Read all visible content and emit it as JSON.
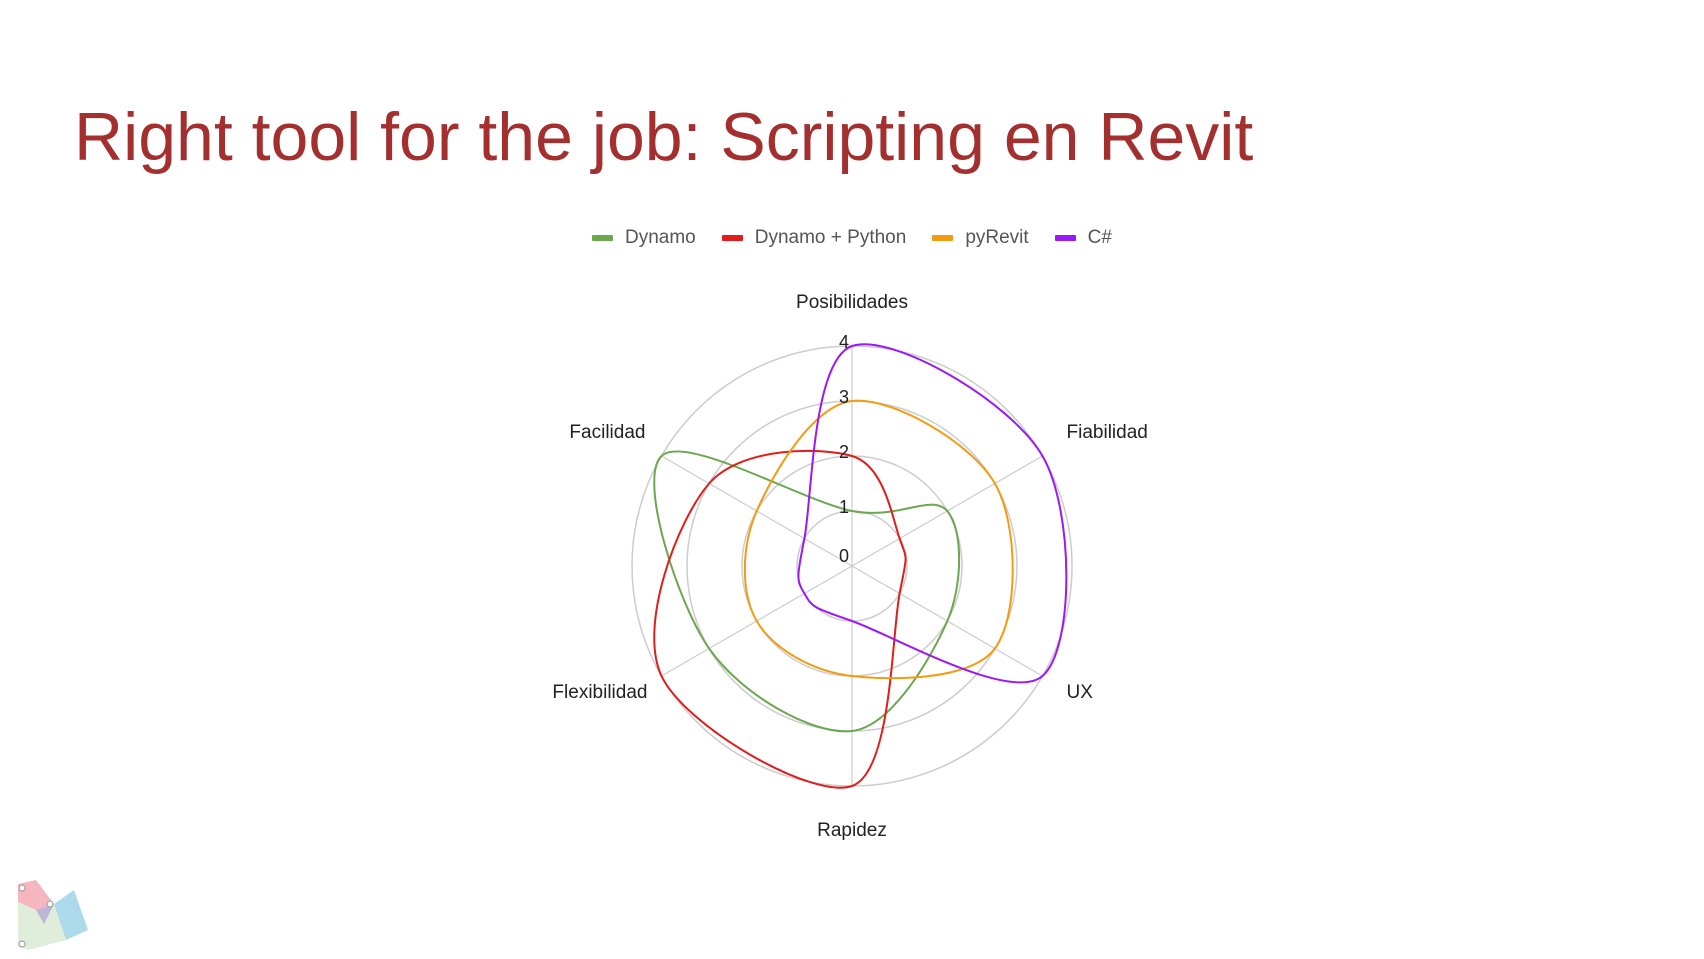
{
  "slide": {
    "title": "Right tool for the job: Scripting en Revit"
  },
  "chart_data": {
    "type": "radar",
    "axes": [
      "Posibilidades",
      "Fiabilidad",
      "UX",
      "Rapidez",
      "Flexibilidad",
      "Facilidad"
    ],
    "r_range": [
      0,
      4
    ],
    "ticks": [
      "0",
      "1",
      "2",
      "3",
      "4"
    ],
    "grid": true,
    "legend": "top",
    "series": [
      {
        "name": "Dynamo",
        "color": "#6aa84f",
        "values": [
          1,
          2,
          2,
          3,
          3,
          4
        ]
      },
      {
        "name": "Dynamo + Python",
        "color": "#e21b1b",
        "values": [
          2,
          1,
          1,
          4,
          4,
          3
        ]
      },
      {
        "name": "pyRevit",
        "color": "#f39c12",
        "values": [
          3,
          3,
          3,
          2,
          2,
          2
        ]
      },
      {
        "name": "C#",
        "color": "#9b19f5",
        "values": [
          4,
          4,
          4,
          1,
          1,
          1
        ]
      }
    ]
  }
}
